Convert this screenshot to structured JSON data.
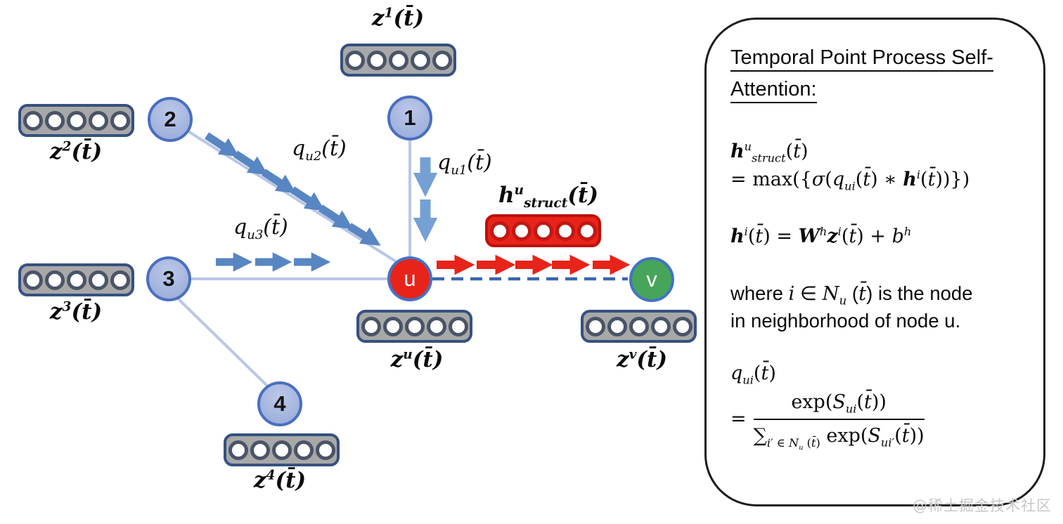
{
  "diagram": {
    "nodes": {
      "n1": {
        "label": "1"
      },
      "n2": {
        "label": "2"
      },
      "n3": {
        "label": "3"
      },
      "n4": {
        "label": "4"
      },
      "u": {
        "label": "u"
      },
      "v": {
        "label": "v"
      }
    },
    "vector_labels": {
      "z1": "<b><i>z</i></b><sup>1</sup>(<i>t̄</i>)",
      "z2": "<b><i>z</i></b><sup>2</sup>(<i>t̄</i>)",
      "z3": "<b><i>z</i></b><sup>3</sup>(<i>t̄</i>)",
      "z4": "<b><i>z</i></b><sup>4</sup>(<i>t̄</i>)",
      "zu": "<b><i>z</i></b><sup><i>u</i></sup>(<i>t̄</i>)",
      "zv": "<b><i>z</i></b><sup><i>v</i></sup>(<i>t̄</i>)",
      "h_struct": "<b><i>h</i></b><sup><i>u</i></sup><sub><i>struct</i></sub>(<i>t̄</i>)"
    },
    "attention_labels": {
      "q_u1": "<i>q</i><sub><i>u</i>1</sub>(<i>t̄</i>)",
      "q_u2": "<i>q</i><sub><i>u</i>2</sub>(<i>t̄</i>)",
      "q_u3": "<i>q</i><sub><i>u</i>3</sub>(<i>t̄</i>)"
    }
  },
  "panel": {
    "title_line1": "Temporal Point Process Self-",
    "title_line2": "Attention:",
    "eq1_line1": "<b><i>h</i></b><sup><i>u</i></sup><sub><i>struct</i></sub>(<i>t̄</i>)",
    "eq1_line2": "= max({<i>σ</i>(<i>q</i><sub><i>ui</i></sub>(<i>t̄</i>) ∗ <b><i>h</i></b><sup><i>i</i></sup>(<i>t̄</i>))})",
    "eq2": "<b><i>h</i></b><sup><i>i</i></sup>(<i>t̄</i>) = <b><i>W</i></b><sup><i>h</i></sup><b><i>z</i></b><sup><i>i</i></sup>(<i>t̄</i>) + <i>b</i><sup><i>h</i></sup>",
    "note_line1": "where <i>i</i> ∈ <i>N</i><sub><i>u</i></sub> (<i>t̄</i>) is the node",
    "note_line2": "in neighborhood of node u.",
    "eq3_lhs": "<i>q</i><sub><i>ui</i></sub>(<i>t̄</i>)",
    "eq3_equals": "=",
    "eq3_numerator": "exp(<i>S</i><sub><i>ui</i></sub>(<i>t̄</i>))",
    "eq3_denominator": "∑<sub><i>i′</i> ∈ <i>N</i><sub><i>u</i></sub> (<i>t̄</i>)</sub> exp(<i>S</i><sub><i>ui′</i></sub>(<i>t̄</i>))"
  },
  "watermark": "@稀土掘金技术社区",
  "colors": {
    "node_blue_fill": "#A9BAE2",
    "node_border_blue": "#4A6FBF",
    "node_u_fill": "#E8231A",
    "node_v_fill": "#46A55A",
    "vector_gray_fill": "#A8A8A8",
    "vector_border": "#35517F",
    "red_vector_fill": "#E8231A",
    "attention_arrow_blue": "#5886C2",
    "attention_arrow_red": "#E8231A",
    "edge_light_blue": "#B9C7E6",
    "dashed_edge_blue": "#3A66AD",
    "panel_border": "#1c1c1c"
  }
}
